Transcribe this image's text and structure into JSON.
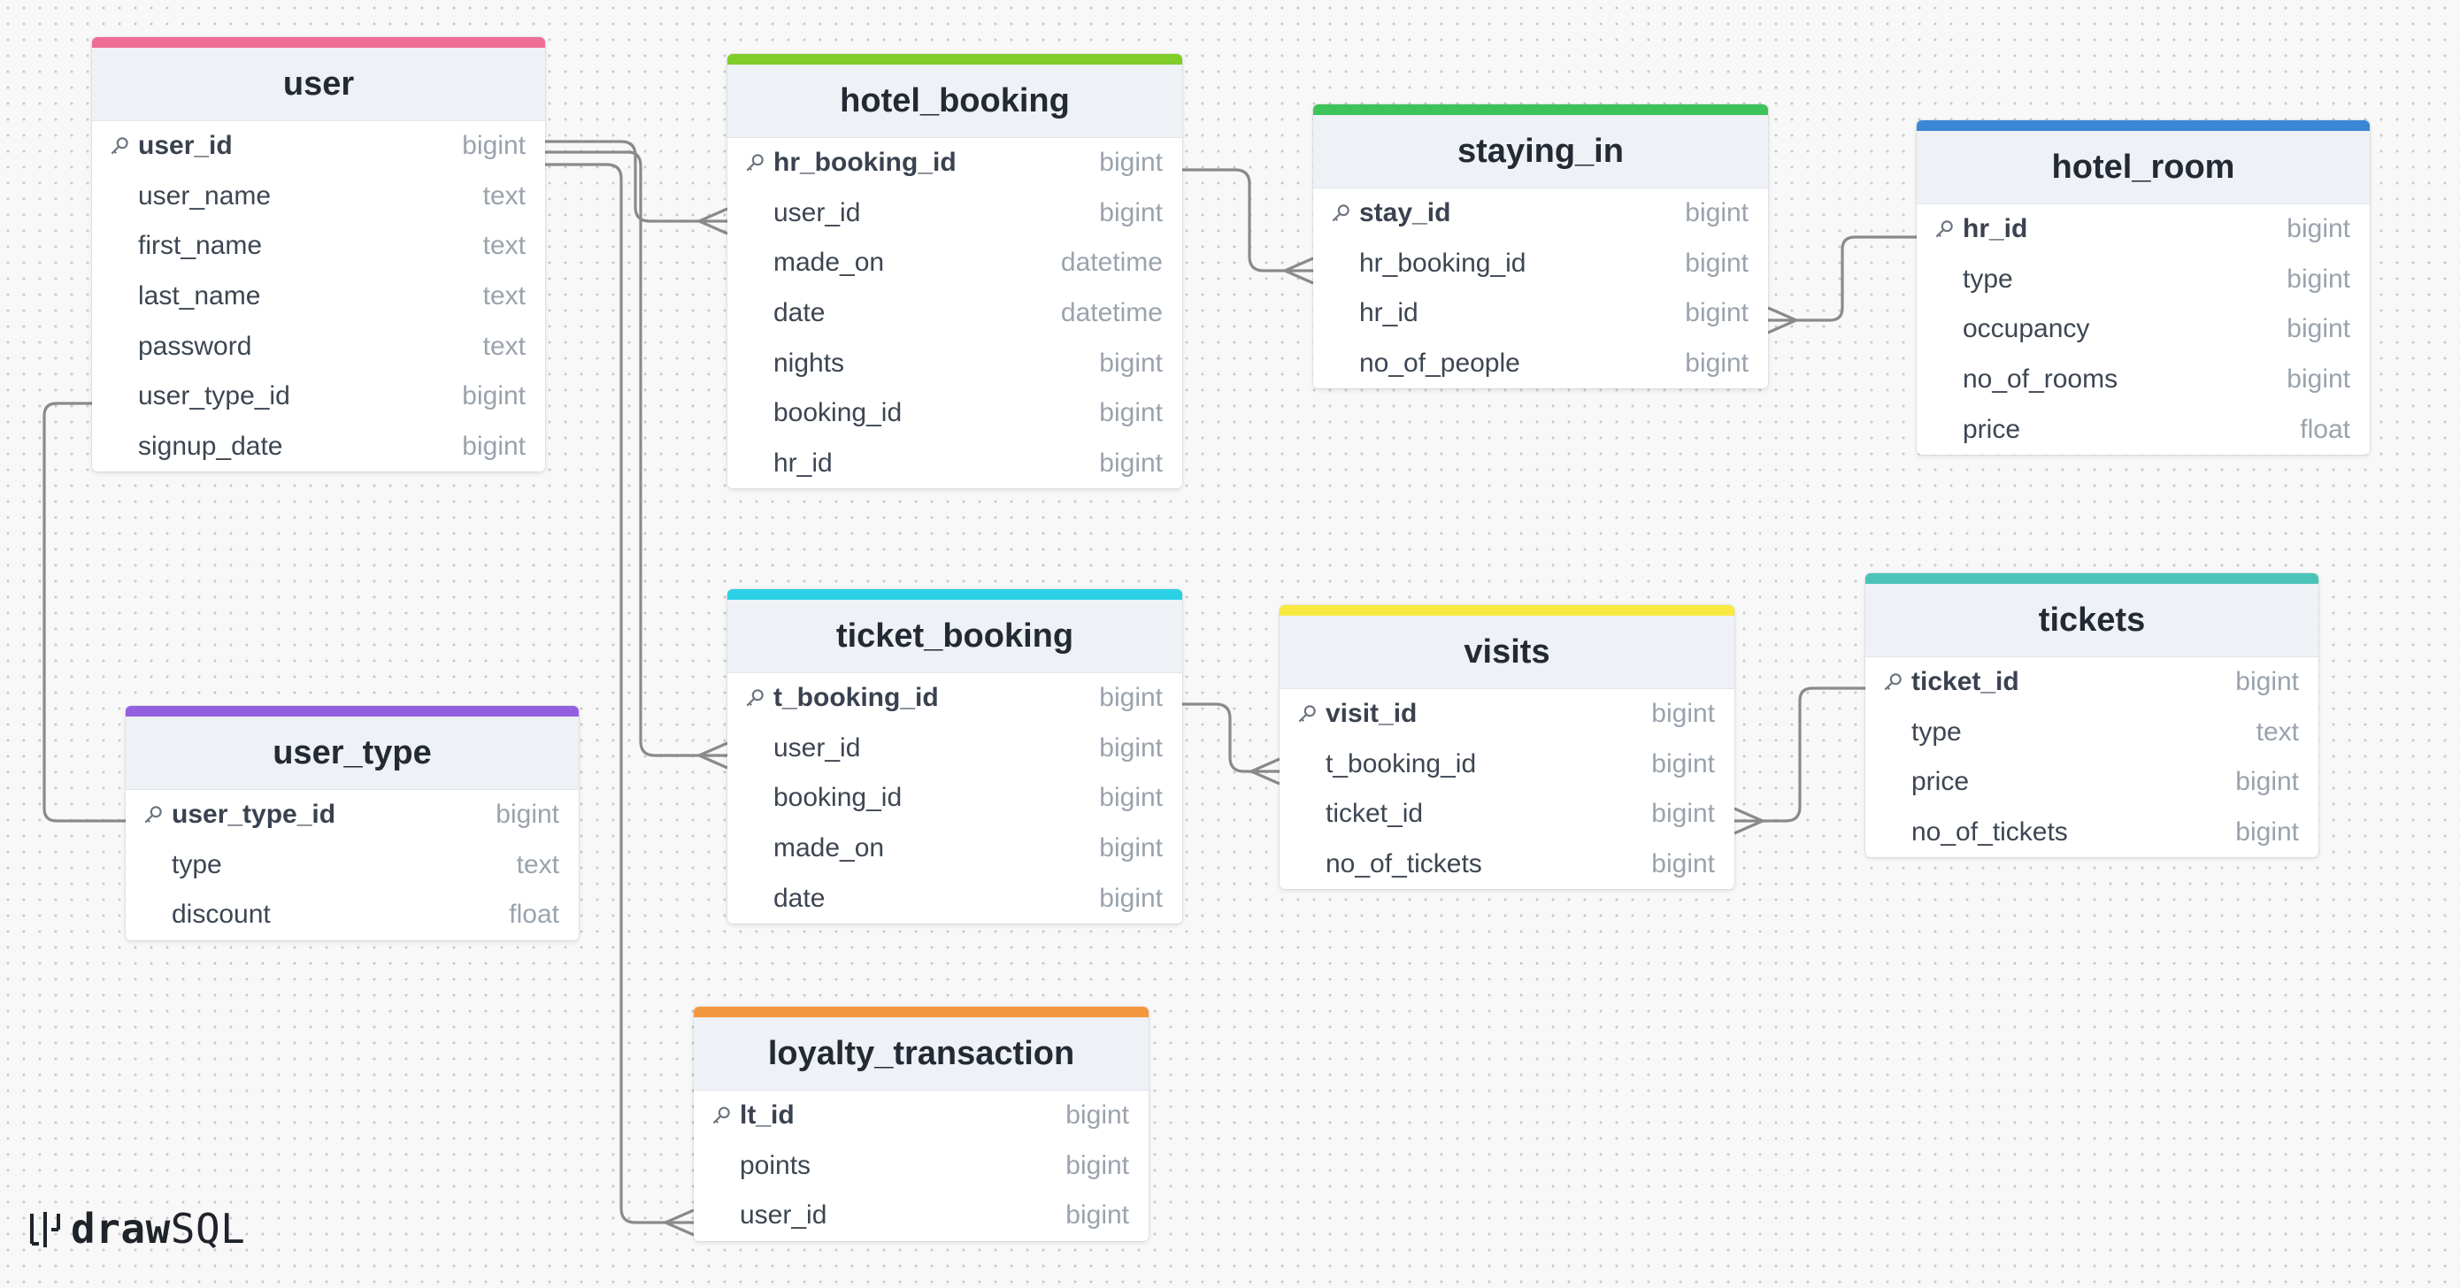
{
  "tables": [
    {
      "name": "user",
      "color": "#f06d96",
      "columns": [
        {
          "name": "user_id",
          "type": "bigint",
          "pk": true
        },
        {
          "name": "user_name",
          "type": "text"
        },
        {
          "name": "first_name",
          "type": "text"
        },
        {
          "name": "last_name",
          "type": "text"
        },
        {
          "name": "password",
          "type": "text"
        },
        {
          "name": "user_type_id",
          "type": "bigint"
        },
        {
          "name": "signup_date",
          "type": "bigint"
        }
      ]
    },
    {
      "name": "hotel_booking",
      "color": "#80cc28",
      "columns": [
        {
          "name": "hr_booking_id",
          "type": "bigint",
          "pk": true
        },
        {
          "name": "user_id",
          "type": "bigint"
        },
        {
          "name": "made_on",
          "type": "datetime"
        },
        {
          "name": "date",
          "type": "datetime"
        },
        {
          "name": "nights",
          "type": "bigint"
        },
        {
          "name": "booking_id",
          "type": "bigint"
        },
        {
          "name": "hr_id",
          "type": "bigint"
        }
      ]
    },
    {
      "name": "staying_in",
      "color": "#3cc45a",
      "columns": [
        {
          "name": "stay_id",
          "type": "bigint",
          "pk": true
        },
        {
          "name": "hr_booking_id",
          "type": "bigint"
        },
        {
          "name": "hr_id",
          "type": "bigint"
        },
        {
          "name": "no_of_people",
          "type": "bigint"
        }
      ]
    },
    {
      "name": "hotel_room",
      "color": "#3a87d8",
      "columns": [
        {
          "name": "hr_id",
          "type": "bigint",
          "pk": true
        },
        {
          "name": "type",
          "type": "bigint"
        },
        {
          "name": "occupancy",
          "type": "bigint"
        },
        {
          "name": "no_of_rooms",
          "type": "bigint"
        },
        {
          "name": "price",
          "type": "float"
        }
      ]
    },
    {
      "name": "user_type",
      "color": "#9560e0",
      "columns": [
        {
          "name": "user_type_id",
          "type": "bigint",
          "pk": true
        },
        {
          "name": "type",
          "type": "text"
        },
        {
          "name": "discount",
          "type": "float"
        }
      ]
    },
    {
      "name": "ticket_booking",
      "color": "#2ad0e6",
      "columns": [
        {
          "name": "t_booking_id",
          "type": "bigint",
          "pk": true
        },
        {
          "name": "user_id",
          "type": "bigint"
        },
        {
          "name": "booking_id",
          "type": "bigint"
        },
        {
          "name": "made_on",
          "type": "bigint"
        },
        {
          "name": "date",
          "type": "bigint"
        }
      ]
    },
    {
      "name": "visits",
      "color": "#f8e840",
      "columns": [
        {
          "name": "visit_id",
          "type": "bigint",
          "pk": true
        },
        {
          "name": "t_booking_id",
          "type": "bigint"
        },
        {
          "name": "ticket_id",
          "type": "bigint"
        },
        {
          "name": "no_of_tickets",
          "type": "bigint"
        }
      ]
    },
    {
      "name": "tickets",
      "color": "#4cc3b8",
      "columns": [
        {
          "name": "ticket_id",
          "type": "bigint",
          "pk": true
        },
        {
          "name": "type",
          "type": "text"
        },
        {
          "name": "price",
          "type": "bigint"
        },
        {
          "name": "no_of_tickets",
          "type": "bigint"
        }
      ]
    },
    {
      "name": "loyalty_transaction",
      "color": "#f49840",
      "columns": [
        {
          "name": "lt_id",
          "type": "bigint",
          "pk": true
        },
        {
          "name": "points",
          "type": "bigint"
        },
        {
          "name": "user_id",
          "type": "bigint"
        }
      ]
    }
  ],
  "logo": {
    "bold": "draw",
    "light": "SQL"
  }
}
